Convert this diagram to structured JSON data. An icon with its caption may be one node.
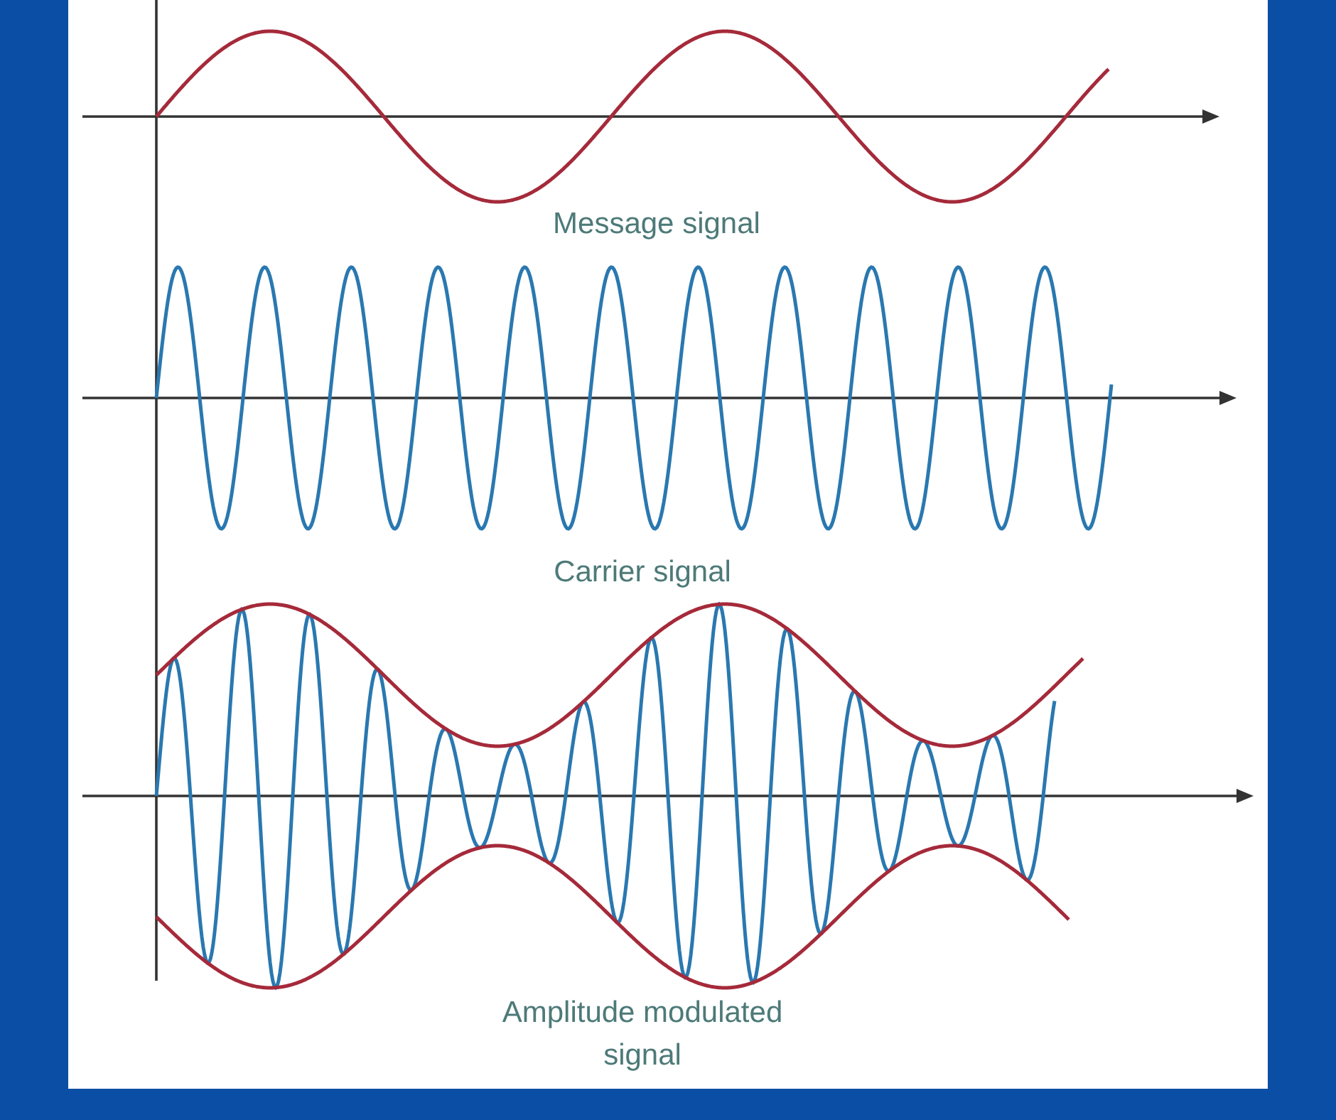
{
  "diagram": {
    "labels": [
      "Message signal",
      "Carrier signal",
      "Amplitude modulated signal"
    ]
  }
}
